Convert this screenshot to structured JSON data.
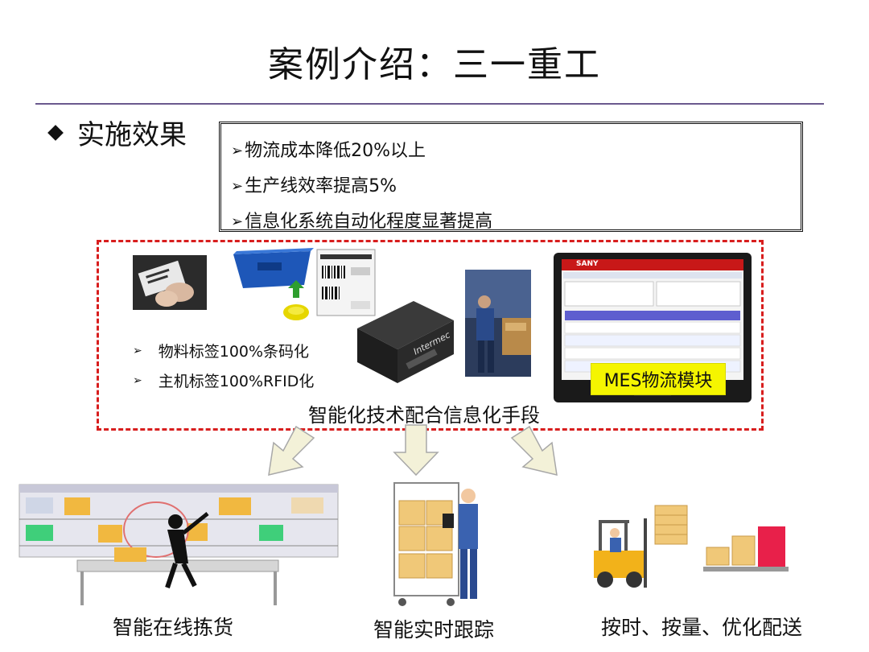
{
  "slide": {
    "title": "案例介绍：三一重工",
    "section": "实施效果"
  },
  "results": [
    "物流成本降低20%以上",
    "生产线效率提高5%",
    "信息化系统自动化程度显著提高"
  ],
  "tech": {
    "bullets": [
      "物料标签100%条码化",
      "主机标签100%RFID化"
    ],
    "caption": "智能化技术配合信息化手段",
    "mes_label": "MES物流模块",
    "printer_brand": "Intermec",
    "screen_brand": "SANY"
  },
  "outcomes": [
    "智能在线拣货",
    "智能实时跟踪",
    "按时、按量、优化配送"
  ],
  "colors": {
    "dashed_border": "#d81e1e",
    "divider": "#6b5a8e",
    "mes_highlight": "#f5f500"
  }
}
